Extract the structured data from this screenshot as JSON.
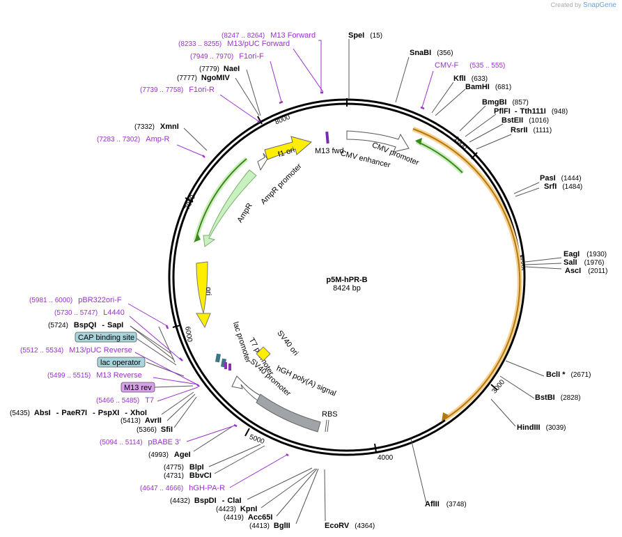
{
  "credit": {
    "prefix": "Created by",
    "brand": "SnapGene"
  },
  "plasmid": {
    "name": "p5M-hPR-B",
    "size_label": "8424 bp"
  },
  "enzymes_right": [
    {
      "name": "SpeI",
      "pos": "(15)"
    },
    {
      "name": "SnaBI",
      "pos": "(356)"
    },
    {
      "name": "KflI",
      "pos": "(633)"
    },
    {
      "name": "BamHI",
      "pos": "(681)"
    },
    {
      "name": "BmgBI",
      "pos": "(857)"
    },
    {
      "name": "PflFI",
      "sep": "-",
      "name2": "Tth111I",
      "pos": "(948)"
    },
    {
      "name": "BstEII",
      "pos": "(1016)"
    },
    {
      "name": "RsrII",
      "pos": "(1111)"
    },
    {
      "name": "PasI",
      "pos": "(1444)"
    },
    {
      "name": "SrfI",
      "pos": "(1484)"
    },
    {
      "name": "EagI",
      "pos": "(1930)"
    },
    {
      "name": "SalI",
      "pos": "(1976)"
    },
    {
      "name": "AscI",
      "pos": "(2011)"
    },
    {
      "name": "BclI *",
      "pos": "(2671)"
    },
    {
      "name": "BstBI",
      "pos": "(2828)"
    },
    {
      "name": "HindIII",
      "pos": "(3039)"
    },
    {
      "name": "AflII",
      "pos": "(3748)"
    },
    {
      "name": "EcoRV",
      "pos": "(4364)"
    }
  ],
  "enzymes_left": [
    {
      "name": "NaeI",
      "pos": "(7779)"
    },
    {
      "name": "NgoMIV",
      "pos": "(7777)"
    },
    {
      "name": "XmnI",
      "pos": "(7332)"
    },
    {
      "name": "BspQI",
      "sep": "-",
      "name2": "SapI",
      "pos": "(5724)"
    },
    {
      "name": "AbsI",
      "sep": "-",
      "name2": "PaeR7I",
      "sep2": "-",
      "name3": "PspXI",
      "sep3": "-",
      "name4": "XhoI",
      "pos": "(5435)"
    },
    {
      "name": "AvrII",
      "pos": "(5413)"
    },
    {
      "name": "SfiI",
      "pos": "(5366)"
    },
    {
      "name": "AgeI",
      "pos": "(4993)"
    },
    {
      "name": "BlpI",
      "pos": "(4775)"
    },
    {
      "name": "BbvCI",
      "pos": "(4731)"
    },
    {
      "name": "BspDI",
      "sep": "-",
      "name2": "ClaI",
      "pos": "(4432)"
    },
    {
      "name": "KpnI",
      "pos": "(4423)"
    },
    {
      "name": "Acc65I",
      "pos": "(4419)"
    },
    {
      "name": "BglII",
      "pos": "(4413)"
    }
  ],
  "primers": [
    {
      "name": "M13 Forward",
      "pos": "(8247 .. 8264)"
    },
    {
      "name": "M13/pUC Forward",
      "pos": "(8233 .. 8255)"
    },
    {
      "name": "F1ori-F",
      "pos": "(7949 .. 7970)"
    },
    {
      "name": "F1ori-R",
      "pos": "(7739 .. 7758)"
    },
    {
      "name": "Amp-R",
      "pos": "(7283 .. 7302)"
    },
    {
      "name": "CMV-F",
      "pos": "(535 .. 555)"
    },
    {
      "name": "pBR322ori-F",
      "pos": "(5981 .. 6000)"
    },
    {
      "name": "L4440",
      "pos": "(5730 .. 5747)"
    },
    {
      "name": "M13/pUC Reverse",
      "pos": "(5512 .. 5534)"
    },
    {
      "name": "M13 Reverse",
      "pos": "(5499 .. 5515)"
    },
    {
      "name": "T7",
      "pos": "(5466 .. 5485)"
    },
    {
      "name": "pBABE 3'",
      "pos": "(5094 .. 5114)"
    },
    {
      "name": "hGH-PA-R",
      "pos": "(4647 .. 4666)"
    }
  ],
  "boxed_labels": [
    {
      "name": "CAP binding site",
      "color": "#a8d4dc"
    },
    {
      "name": "lac operator",
      "color": "#a8d4dc"
    },
    {
      "name": "M13 rev",
      "color": "#d8a0e8"
    }
  ],
  "ticks": [
    "1000",
    "2000",
    "3000",
    "4000",
    "5000",
    "6000",
    "7000",
    "8000"
  ],
  "features": {
    "f1_ori": "f1 ori",
    "m13_fwd": "M13 fwd",
    "cmv_enhancer": "CMV enhancer",
    "cmv_promoter": "CMV promoter",
    "ampr_promoter": "AmpR promoter",
    "ampr": "AmpR",
    "ori": "ori",
    "lac_promoter": "lac promoter",
    "t7_promoter": "T7 promoter",
    "sv40_ori": "SV40 ori",
    "sv40_promoter": "SV40 promoter",
    "hgh_polya": "hGH poly(A) signal",
    "rbs": "RBS"
  },
  "colors": {
    "backbone": "#000000",
    "primer": "#9b30d0",
    "yellow_feature": "#ffee00",
    "green_feature": "#c8f0c0",
    "orange_arc": "#e8a020",
    "gray_feature": "#a0a4a8"
  }
}
